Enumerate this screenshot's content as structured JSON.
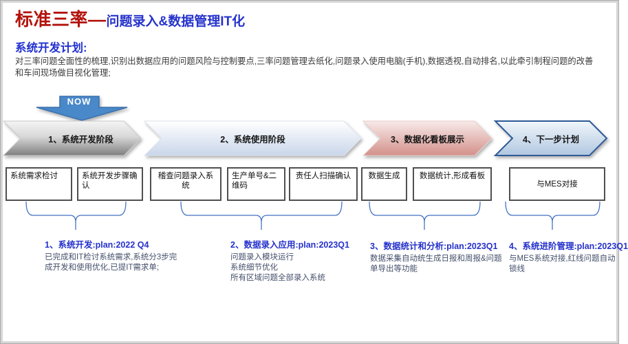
{
  "header": {
    "title_red": "标准三率—",
    "title_blue": "问题录入&数据管理IT化"
  },
  "intro": {
    "heading": "系统开发计划:",
    "line1": "对三率问题全面性的梳理,识别出数据应用的问题风险与控制要点,三率问题管理去纸化,问题录入使用电脑(手机),数据透视,自动排名,以此牵引制程问题的改善",
    "line2": "和车间现场做目视化管理;"
  },
  "now_label": "NOW",
  "stages": [
    {
      "label": "1、系统开发阶段",
      "fill_top": "#f2f2f2",
      "fill_bottom": "#7f7f7f"
    },
    {
      "label": "2、系统使用阶段",
      "fill_top": "#ffffff",
      "fill_bottom": "#c9d6ea"
    },
    {
      "label": "3、数据化看板展示",
      "fill_top": "#f6e8e7",
      "fill_bottom": "#d3908a"
    },
    {
      "label": "4、下一步计划",
      "fill_top": "#eff5fb",
      "fill_bottom": "#b0c7e0",
      "border": "#2e5a96"
    }
  ],
  "task_boxes": [
    {
      "label": "系统需求检讨"
    },
    {
      "label": "系统开发步骤确认"
    },
    {
      "label": "稽查问题录入系统"
    },
    {
      "label": "生产单号&二维码"
    },
    {
      "label": "责任人扫描确认"
    },
    {
      "label": "数据生成"
    },
    {
      "label": "数据统计,形成看板"
    },
    {
      "label": "与MES对接"
    }
  ],
  "plans": [
    {
      "heading": "1、系统开发:plan:2022 Q4",
      "body": "已完成和IT检讨系统需求,系统分3步完成开发和使用优化,已提IT需求单;"
    },
    {
      "heading": "2、数据录入应用:plan:2023Q1",
      "body": "问题录入模块运行\n系统细节优化\n所有区域问题全部录入系统"
    },
    {
      "heading": "3、数据统计和分析:plan:2023Q1",
      "body": "数据采集自动统生成日报和周报&问题单导出等功能"
    },
    {
      "heading": "4、系统进阶管理:plan:2023Q1",
      "body": "与MES系统对接,红线问题自动锁线"
    }
  ],
  "colors": {
    "title_red": "#b3120c",
    "title_blue": "#2633cc",
    "heading_blue": "#2531cb",
    "now_arrow_fill": "#4a88c9",
    "brace_blue": "#4472c4"
  }
}
